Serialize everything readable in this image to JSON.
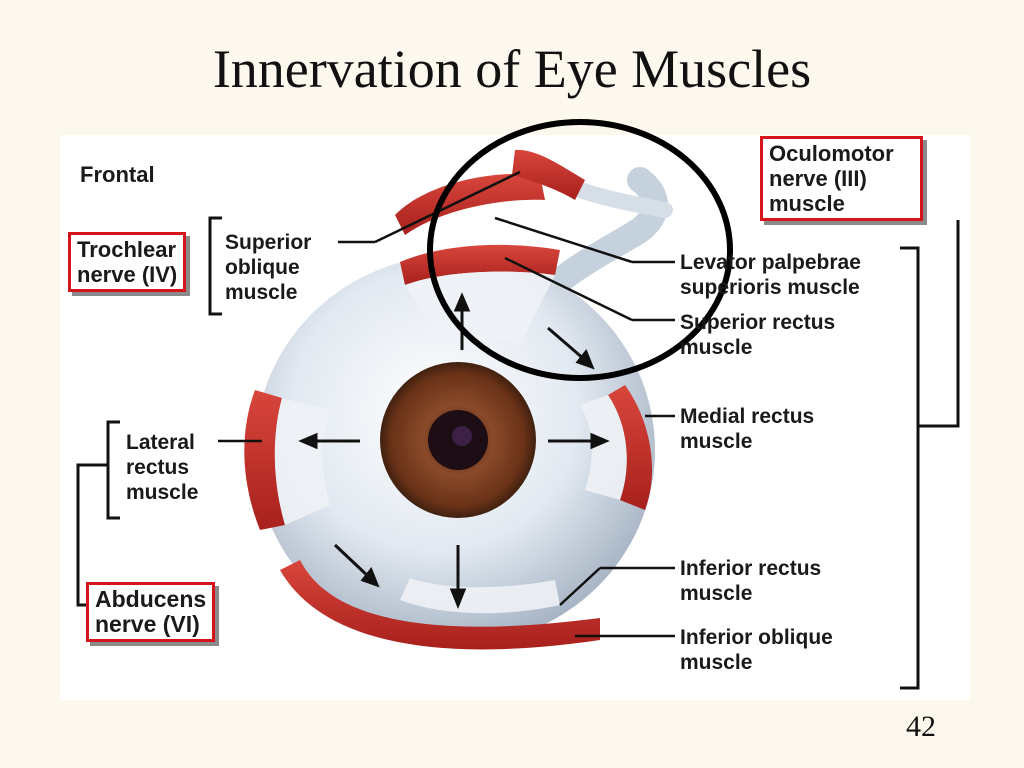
{
  "slide": {
    "title": "Innervation of Eye Muscles",
    "page_number": "42"
  },
  "diagram": {
    "view_label": "Frontal",
    "nerves": [
      {
        "line1": "Trochlear",
        "line2": "nerve (IV)"
      },
      {
        "line1": "Abducens",
        "line2": "nerve (VI)"
      },
      {
        "line1": "Oculomotor",
        "line2": "nerve (III)",
        "line3": "muscle"
      }
    ],
    "muscles": {
      "superior_oblique": [
        "Superior",
        "oblique",
        "muscle"
      ],
      "lateral_rectus": [
        "Lateral",
        "rectus",
        "muscle"
      ],
      "levator": [
        "Levator palpebrae",
        "superioris muscle"
      ],
      "superior_rectus": [
        "Superior rectus",
        "muscle"
      ],
      "medial_rectus": [
        "Medial rectus",
        "muscle"
      ],
      "inferior_rectus": [
        "Inferior rectus",
        "muscle"
      ],
      "inferior_oblique": [
        "Inferior oblique",
        "muscle"
      ]
    },
    "colors": {
      "highlight_box": "#d5151b",
      "muscle": "#c8302a",
      "eyeball": "#dfe6ee",
      "iris": "#7a3f22",
      "circle_annotation": "#000000"
    }
  }
}
